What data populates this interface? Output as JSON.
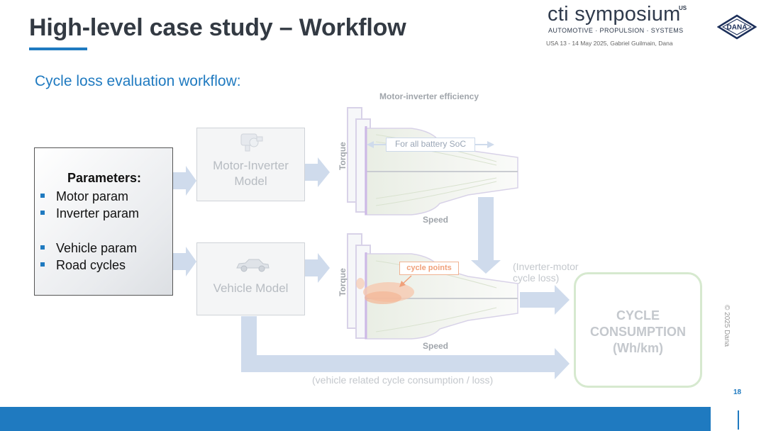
{
  "header": {
    "title": "High-level case study – Workflow",
    "brand_logo": "cti symposium",
    "brand_superscript": "US",
    "brand_tagline": "AUTOMOTIVE · PROPULSION · SYSTEMS",
    "event_line": "USA 13 - 14 May 2025, Gabriel Guilmain, Dana",
    "company_logo_text": "DANA"
  },
  "subtitle": "Cycle loss evaluation workflow:",
  "parameters": {
    "title": "Parameters:",
    "items": [
      "Motor param",
      "Inverter param",
      "Vehicle param",
      "Road cycles"
    ]
  },
  "models": {
    "motor_inverter": [
      "Motor-Inverter",
      "Model"
    ],
    "vehicle": "Vehicle Model"
  },
  "efficiency_map": {
    "title": "Motor-inverter efficiency",
    "x_axis": "Speed",
    "y_axis": "Torque",
    "soc_label": "For all battery SoC"
  },
  "cycle_map": {
    "x_axis": "Speed",
    "y_axis": "Torque",
    "points_label": "cycle points"
  },
  "flow_labels": {
    "inverter_motor_loss": [
      "(Inverter-motor",
      "cycle loss)"
    ],
    "vehicle_loss": "(vehicle related cycle consumption / loss)"
  },
  "result": {
    "lines": [
      "CYCLE",
      "CONSUMPTION",
      "(Wh/km)"
    ]
  },
  "footer": {
    "copyright": "© 2025 Dana",
    "page_number": "18"
  },
  "colors": {
    "accent_blue": "#1f7ac0",
    "arrow_blue": "#cfdbec",
    "result_green": "#d6e9cf",
    "cycle_points_orange": "#f0a07a"
  },
  "icons": [
    "motor-icon",
    "car-icon"
  ]
}
